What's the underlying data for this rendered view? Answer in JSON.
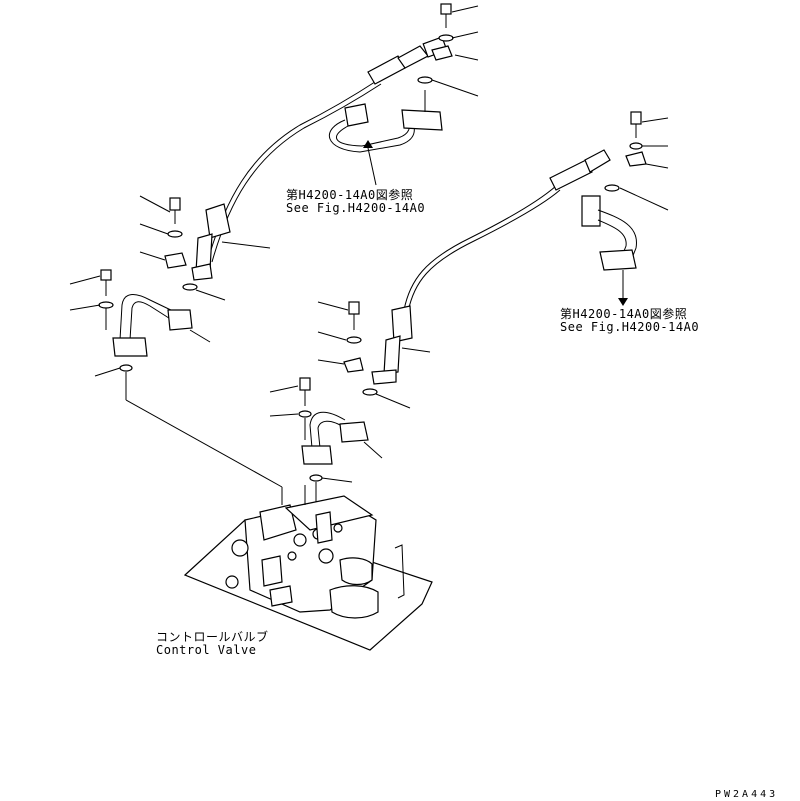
{
  "labels": {
    "ref_upper": {
      "jp": "第H4200-14A0図参照",
      "en": "See Fig.H4200-14A0"
    },
    "ref_right": {
      "jp": "第H4200-14A0図参照",
      "en": "See Fig.H4200-14A0"
    },
    "control_valve": {
      "jp": "コントロールバルブ",
      "en": "Control Valve"
    },
    "drawing_code": "PW2A443"
  },
  "colors": {
    "ink": "#000000",
    "paper": "#ffffff"
  }
}
